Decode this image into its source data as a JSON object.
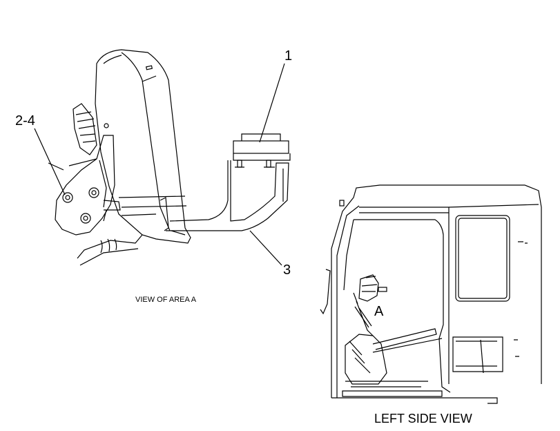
{
  "callouts": {
    "c1": "1",
    "c24": "2-4",
    "c3": "3"
  },
  "captions": {
    "view_of_area": "VIEW OF AREA A",
    "left_side_view": "LEFT SIDE VIEW"
  },
  "area_marker": "A"
}
